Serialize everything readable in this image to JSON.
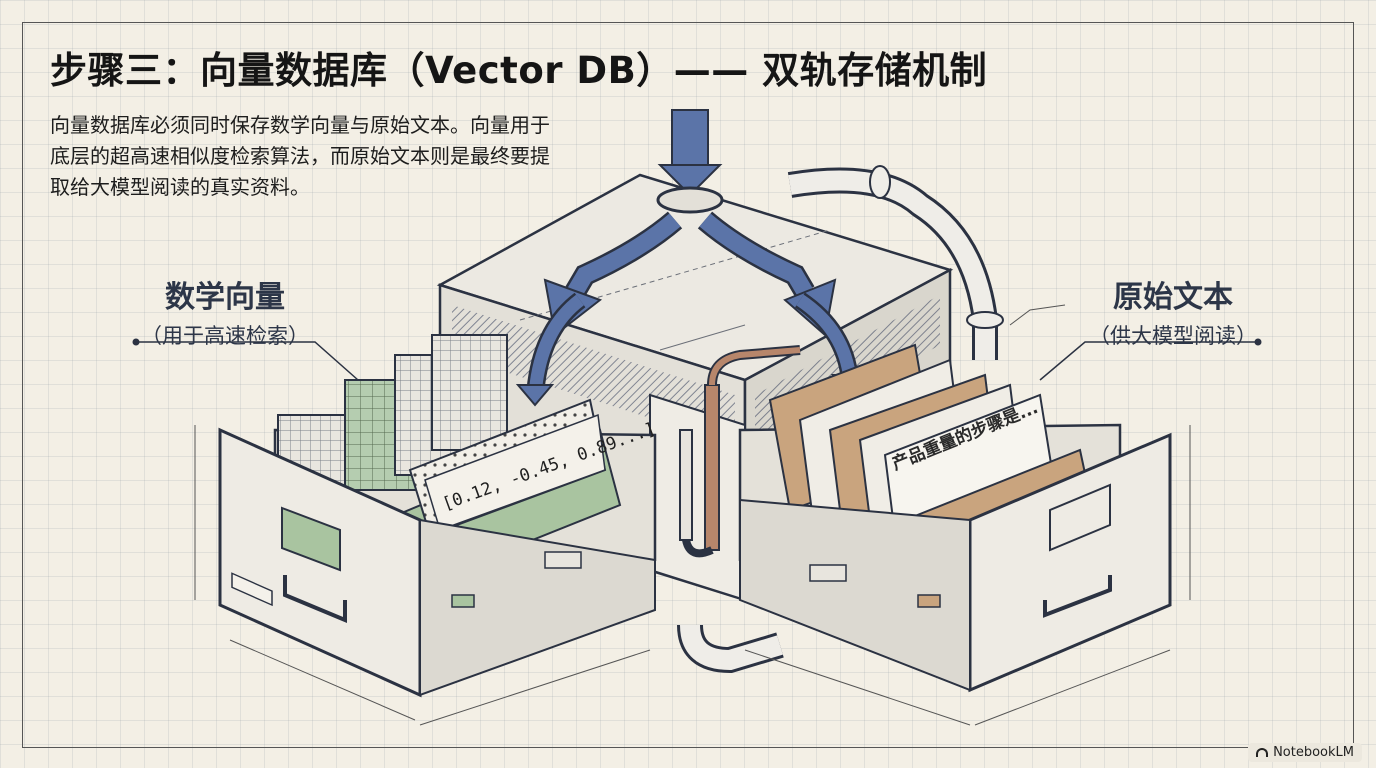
{
  "title": "步骤三：向量数据库（Vector DB）—— 双轨存储机制",
  "description": "向量数据库必须同时保存数学向量与原始文本。向量用于底层的超高速相似度检索算法，而原始文本则是最终要提取给大模型阅读的真实资料。",
  "left_label": {
    "title": "数学向量",
    "subtitle": "（用于高速检索）"
  },
  "right_label": {
    "title": "原始文本",
    "subtitle": "（供大模型阅读）"
  },
  "vector_card_text": "[0.12, -0.45, 0.89...]",
  "document_text": "产品重量的步骤是...",
  "watermark": "NotebookLM",
  "colors": {
    "flow_arrow": "#5b74a8",
    "green_blocks": "#a9c4a0",
    "folder": "#c9a47e",
    "ink": "#2b3242"
  }
}
